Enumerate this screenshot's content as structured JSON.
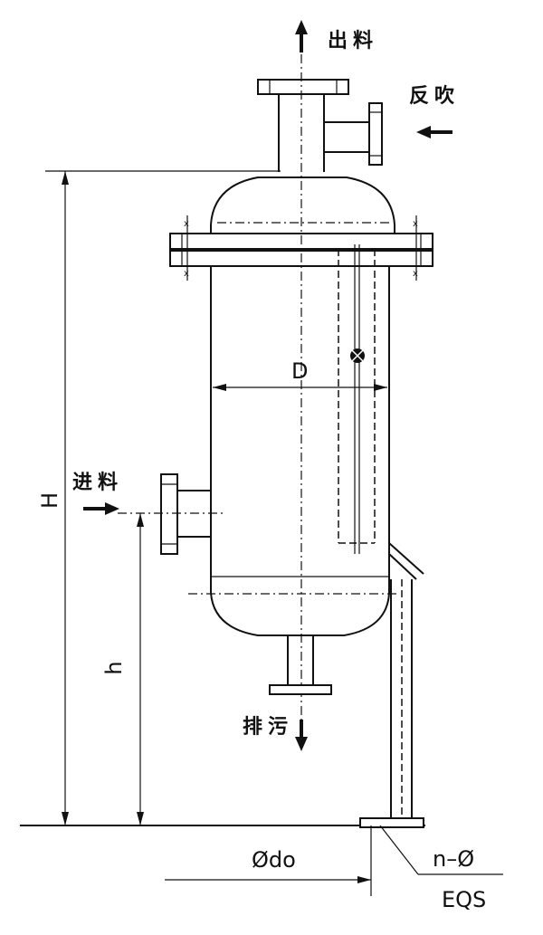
{
  "labels": {
    "outlet": "出料",
    "backflush": "反吹",
    "inlet": "进料",
    "drain": "排污",
    "diameter": "D",
    "height": "H",
    "inlet_height": "h",
    "base_hole_dia": "Ødo",
    "bolt_holes": "n–Ø",
    "eqs": "EQS"
  }
}
